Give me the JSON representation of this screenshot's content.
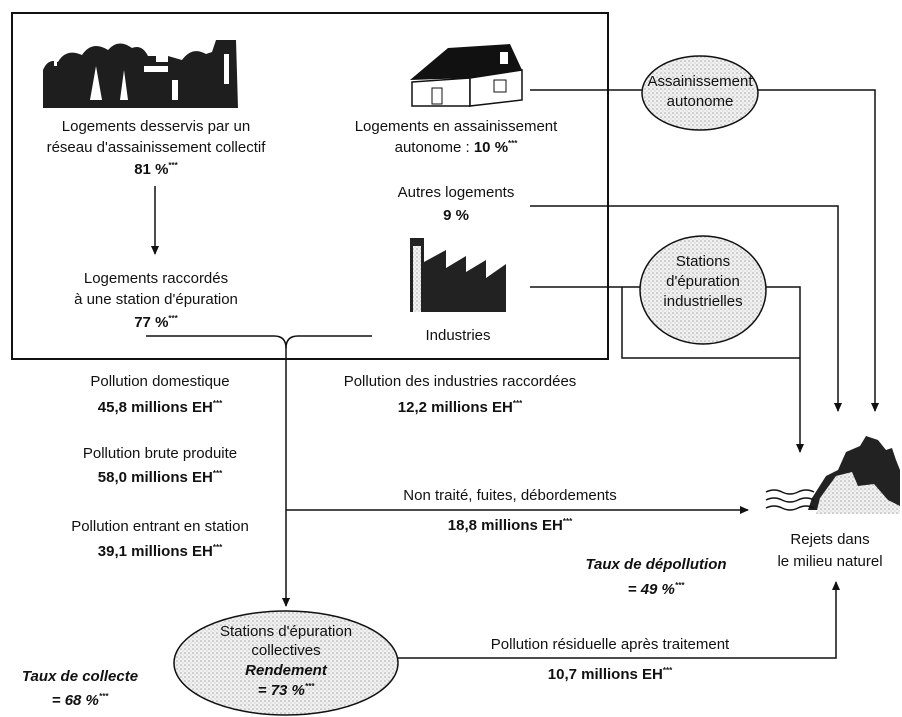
{
  "box": {
    "collective_label_1": "Logements desservis par un",
    "collective_label_2": "réseau d'assainissement collectif",
    "collective_value": "81 %",
    "autonomous_label_1": "Logements en assainissement",
    "autonomous_label_2": "autonome :",
    "autonomous_value": "10 %",
    "other_label": "Autres logements",
    "other_value": "9 %",
    "connected_label_1": "Logements raccordés",
    "connected_label_2": "à une station d'épuration",
    "connected_value": "77 %",
    "industries_label": "Industries"
  },
  "footnote_mark": "***",
  "ellipses": {
    "autonomous_1": "Assainissement",
    "autonomous_2": "autonome",
    "industrial_1": "Stations",
    "industrial_2": "d'épuration",
    "industrial_3": "industrielles",
    "collective_1": "Stations d'épuration",
    "collective_2": "collectives",
    "collective_3": "Rendement",
    "collective_4": "= 73 %"
  },
  "flows": {
    "domestic_label": "Pollution domestique",
    "domestic_value": "45,8 millions EH",
    "industries_label": "Pollution des industries raccordées",
    "industries_value": "12,2 millions EH",
    "raw_label": "Pollution brute produite",
    "raw_value": "58,0 millions EH",
    "entering_label": "Pollution entrant en station",
    "entering_value": "39,1 millions EH",
    "untreated_label": "Non traité, fuites, débordements",
    "untreated_value": "18,8 millions EH",
    "residual_label": "Pollution résiduelle après traitement",
    "residual_value": "10,7 millions EH"
  },
  "rates": {
    "depollution_label": "Taux de dépollution",
    "depollution_value": "= 49 %",
    "collection_label": "Taux de collecte",
    "collection_value": "= 68 %"
  },
  "destination": {
    "label_1": "Rejets dans",
    "label_2": "le milieu naturel"
  }
}
